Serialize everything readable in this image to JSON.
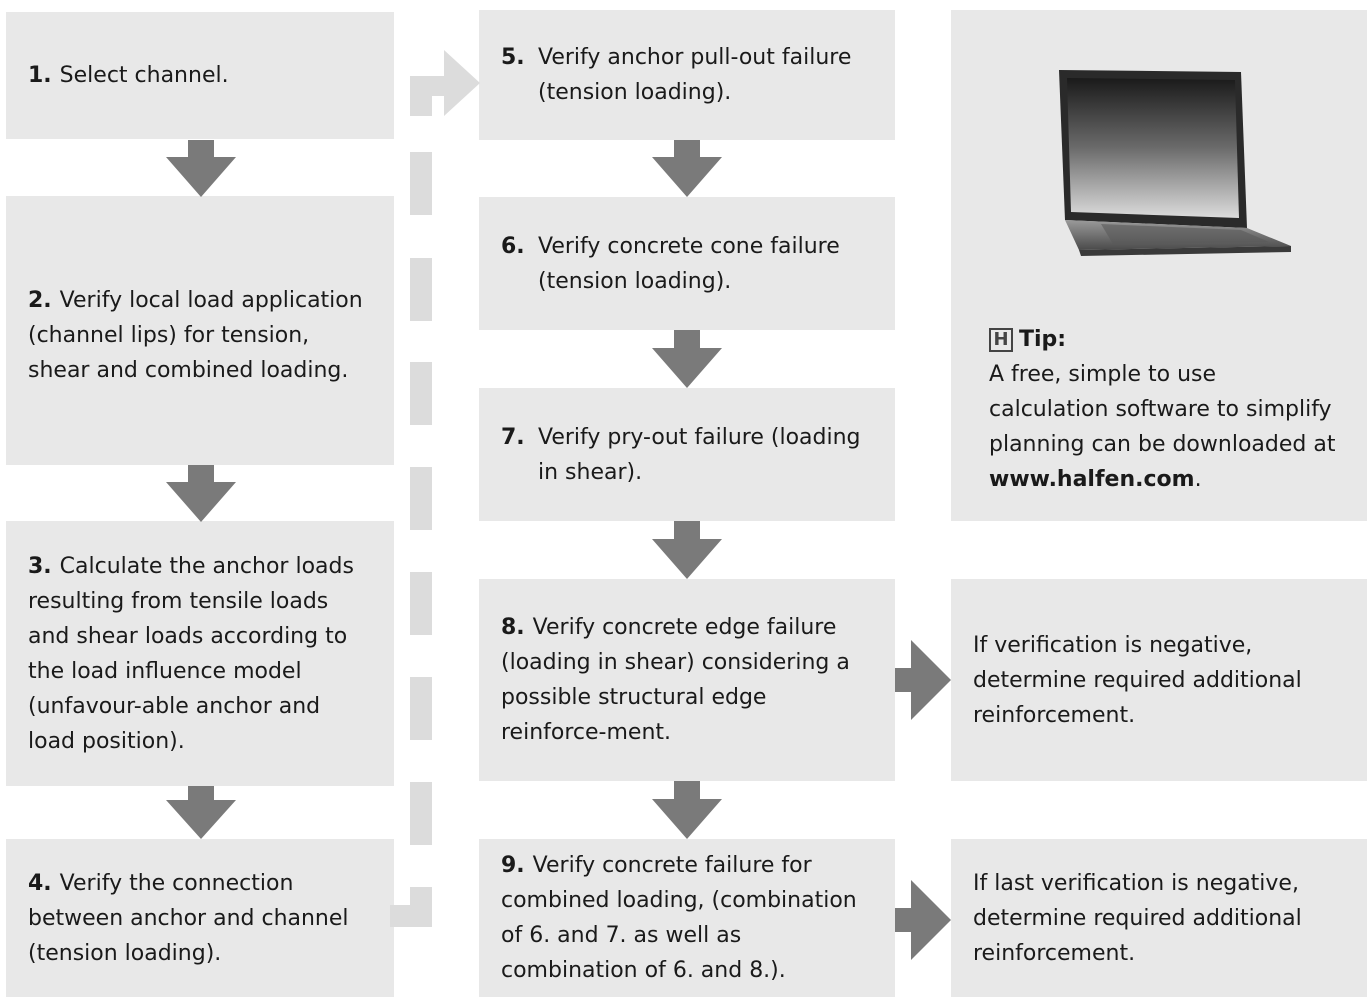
{
  "steps": [
    {
      "num": "1.",
      "text": "Select channel."
    },
    {
      "num": "2.",
      "text": "Verify local load application (channel lips) for tension, shear and combined loading."
    },
    {
      "num": "3.",
      "text": "Calculate the anchor loads resulting from tensile loads and shear loads according to the load influence model (unfavour-able anchor and load position)."
    },
    {
      "num": "4.",
      "text": "Verify the connection between anchor and channel (tension loading)."
    },
    {
      "num": "5.",
      "text": "Verify anchor pull-out failure (tension loading)."
    },
    {
      "num": "6.",
      "text": "Verify concrete cone failure (tension loading)."
    },
    {
      "num": "7.",
      "text": "Verify pry-out failure (loading in shear)."
    },
    {
      "num": "8.",
      "text": "Verify concrete edge failure (loading in shear) considering a possible structural edge reinforce-ment."
    },
    {
      "num": "9.",
      "text": "Verify concrete failure for combined loading, (combination of 6. and 7. as well as combination of 6. and 8.)."
    }
  ],
  "outcomes": {
    "step8": "If verification is negative, determine required additional reinforcement.",
    "step9": "If last verification is negative, determine required additional reinforcement."
  },
  "tip": {
    "icon_letter": "H",
    "title": "Tip:",
    "text": "A free, simple to use calculation software to simplify planning can be downloaded at",
    "url": "www.halfen.com",
    "trail": "."
  },
  "colors": {
    "box": "#e8e8e8",
    "arrow": "#7a7a7a",
    "connector": "#dcdcdc"
  },
  "icons": {
    "laptop": "laptop-icon",
    "brand": "halfen-h-icon"
  }
}
